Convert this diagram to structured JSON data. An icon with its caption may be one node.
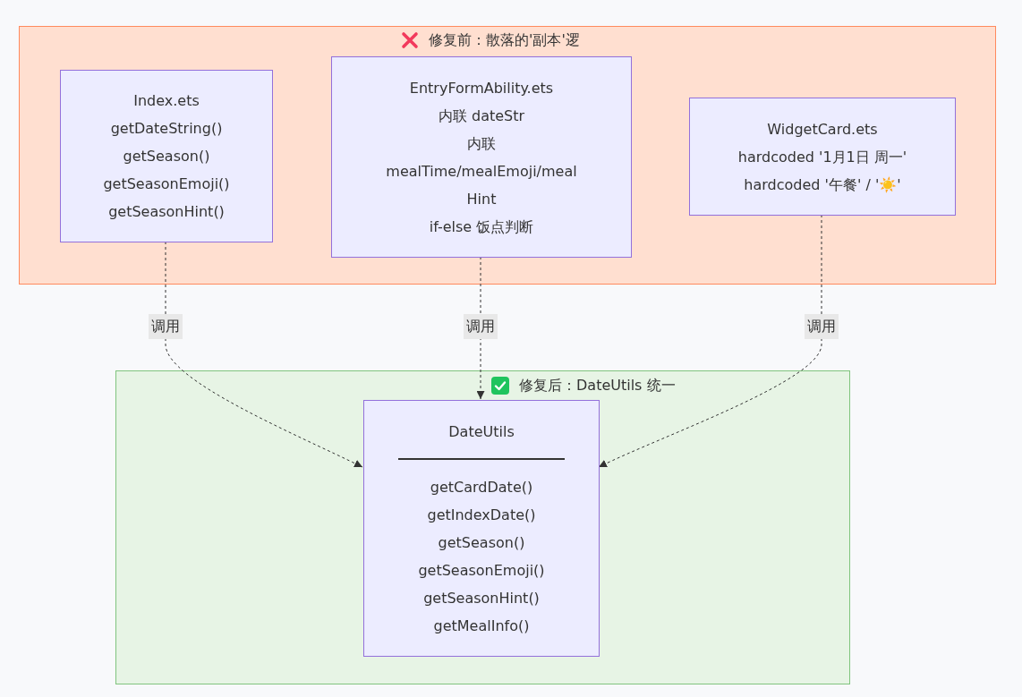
{
  "diagram": {
    "nodes": [
      {
        "text": [
          "修复前：散落的'副本'逻"
        ]
      },
      {
        "text": [
          "Index.ets",
          "getDateString()",
          "getSeason()",
          "getSeasonEmoji()",
          "getSeasonHint()"
        ],
        "in": 0
      },
      {
        "text": [
          "EntryFormAbility.ets",
          "内联 dateStr",
          "内联 mealTime/mealEmoji/meal Hint",
          "if-else 饭点判断"
        ],
        "in": 0
      },
      {
        "text": [
          "WidgetCard.ets",
          "hardcoded '1月1日 周一'",
          "hardcoded '午餐' / '☀️'"
        ],
        "in": 0
      },
      {
        "text": [
          "修复后：DateUtils 统一"
        ]
      },
      {
        "text": [
          "DateUtils",
          "getCardDate()",
          "getIndexDate()",
          "getSeason()",
          "getSeasonEmoji()",
          "getSeasonHint()",
          "getMealInfo()"
        ],
        "in": 4
      }
    ],
    "edges": [
      {
        "from": 1,
        "to": 5,
        "arrow": "to",
        "label": "调用",
        "style": "dashed"
      },
      {
        "from": 2,
        "to": 5,
        "arrow": "to",
        "label": "调用",
        "style": "dashed"
      },
      {
        "from": 3,
        "to": 5,
        "arrow": "to",
        "label": "调用",
        "style": "dashed"
      }
    ]
  }
}
